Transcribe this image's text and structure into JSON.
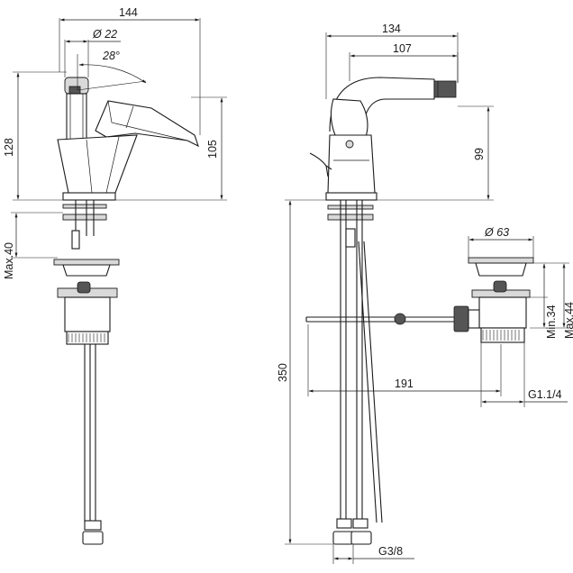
{
  "dimensions": {
    "overall_width_left": "144",
    "handle_diameter": "Ø 22",
    "handle_angle": "28°",
    "height_128": "128",
    "height_105": "105",
    "max_40": "Max.40",
    "overall_width_right": "134",
    "spout_reach": "107",
    "spout_height": "99",
    "hoses_length": "350",
    "waste_diameter": "Ø 63",
    "min_34": "Min.34",
    "max_44": "Max.44",
    "rod_length": "191",
    "waste_thread": "G1.1/4",
    "hose_thread": "G3/8"
  }
}
